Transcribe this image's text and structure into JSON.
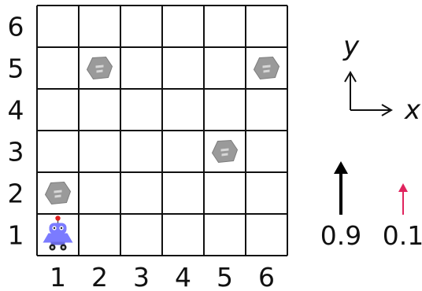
{
  "grid": {
    "columns": 6,
    "rows": 6,
    "col_labels": [
      "1",
      "2",
      "3",
      "4",
      "5",
      "6"
    ],
    "row_labels": [
      "1",
      "2",
      "3",
      "4",
      "5",
      "6"
    ]
  },
  "robot": {
    "col": 1,
    "row": 1,
    "icon": "robot-icon"
  },
  "rocks": [
    {
      "col": 2,
      "row": 5
    },
    {
      "col": 6,
      "row": 5
    },
    {
      "col": 5,
      "row": 3
    },
    {
      "col": 1,
      "row": 2
    }
  ],
  "axes": {
    "x_label": "x",
    "y_label": "y"
  },
  "probabilities": [
    {
      "value": "0.9",
      "color": "#000000",
      "icon": "up-arrow-icon"
    },
    {
      "value": "0.1",
      "color": "#e0245e",
      "icon": "up-arrow-icon"
    }
  ],
  "colors": {
    "grid_line": "#111111",
    "rock": "#9a9a9a",
    "robot": "#7b7bff",
    "robot_antenna": "#e02020"
  }
}
